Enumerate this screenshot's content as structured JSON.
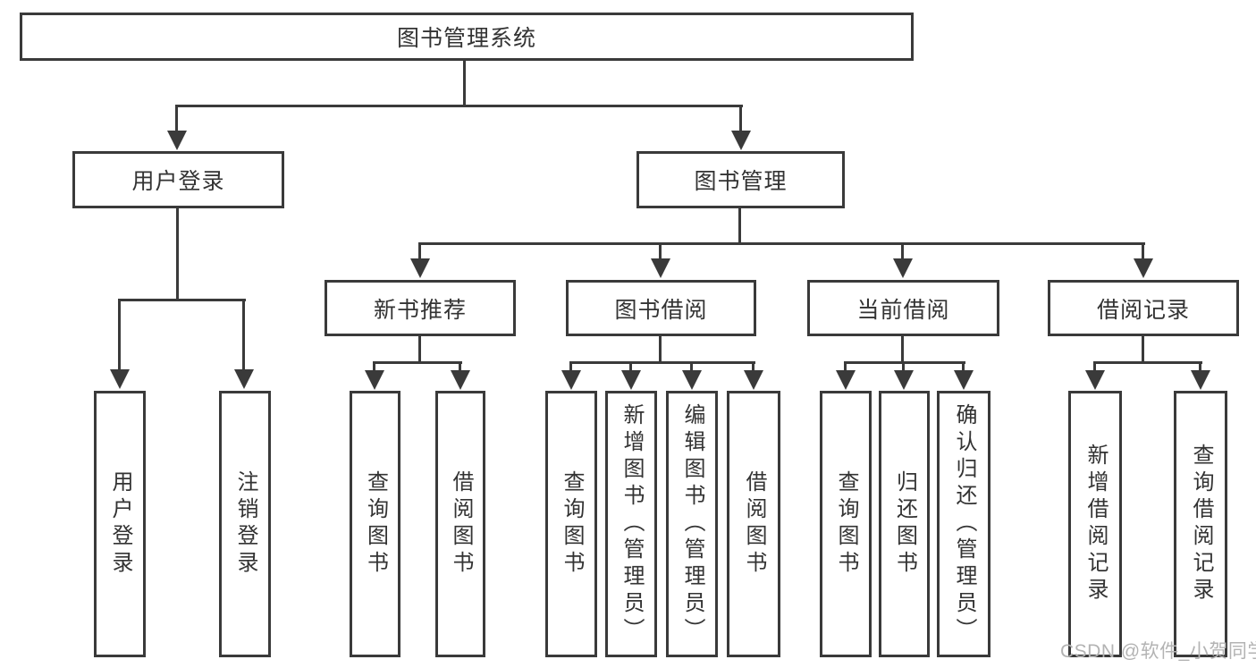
{
  "title": "图书管理系统",
  "level2": [
    {
      "label": "用户登录"
    },
    {
      "label": "图书管理"
    }
  ],
  "level3": [
    {
      "label": "新书推荐"
    },
    {
      "label": "图书借阅"
    },
    {
      "label": "当前借阅"
    },
    {
      "label": "借阅记录"
    }
  ],
  "leaves": {
    "user_login": [
      {
        "label": "用户登录"
      },
      {
        "label": "注销登录"
      }
    ],
    "new_book": [
      {
        "label": "查询图书"
      },
      {
        "label": "借阅图书"
      }
    ],
    "book_borrow": [
      {
        "label": "查询图书"
      },
      {
        "label": "新增图书（管理员）"
      },
      {
        "label": "编辑图书（管理员）"
      },
      {
        "label": "借阅图书"
      }
    ],
    "current_borrow": [
      {
        "label": "查询图书"
      },
      {
        "label": "归还图书"
      },
      {
        "label": "确认归还（管理员）"
      }
    ],
    "borrow_records": [
      {
        "label": "新增借阅记录"
      },
      {
        "label": "查询借阅记录"
      }
    ]
  },
  "watermark": "CSDN @软件_小贺同学",
  "colors": {
    "line": "#3a3a3a",
    "text": "#333333",
    "watermark": "#b3b3b3",
    "background": "#ffffff"
  }
}
